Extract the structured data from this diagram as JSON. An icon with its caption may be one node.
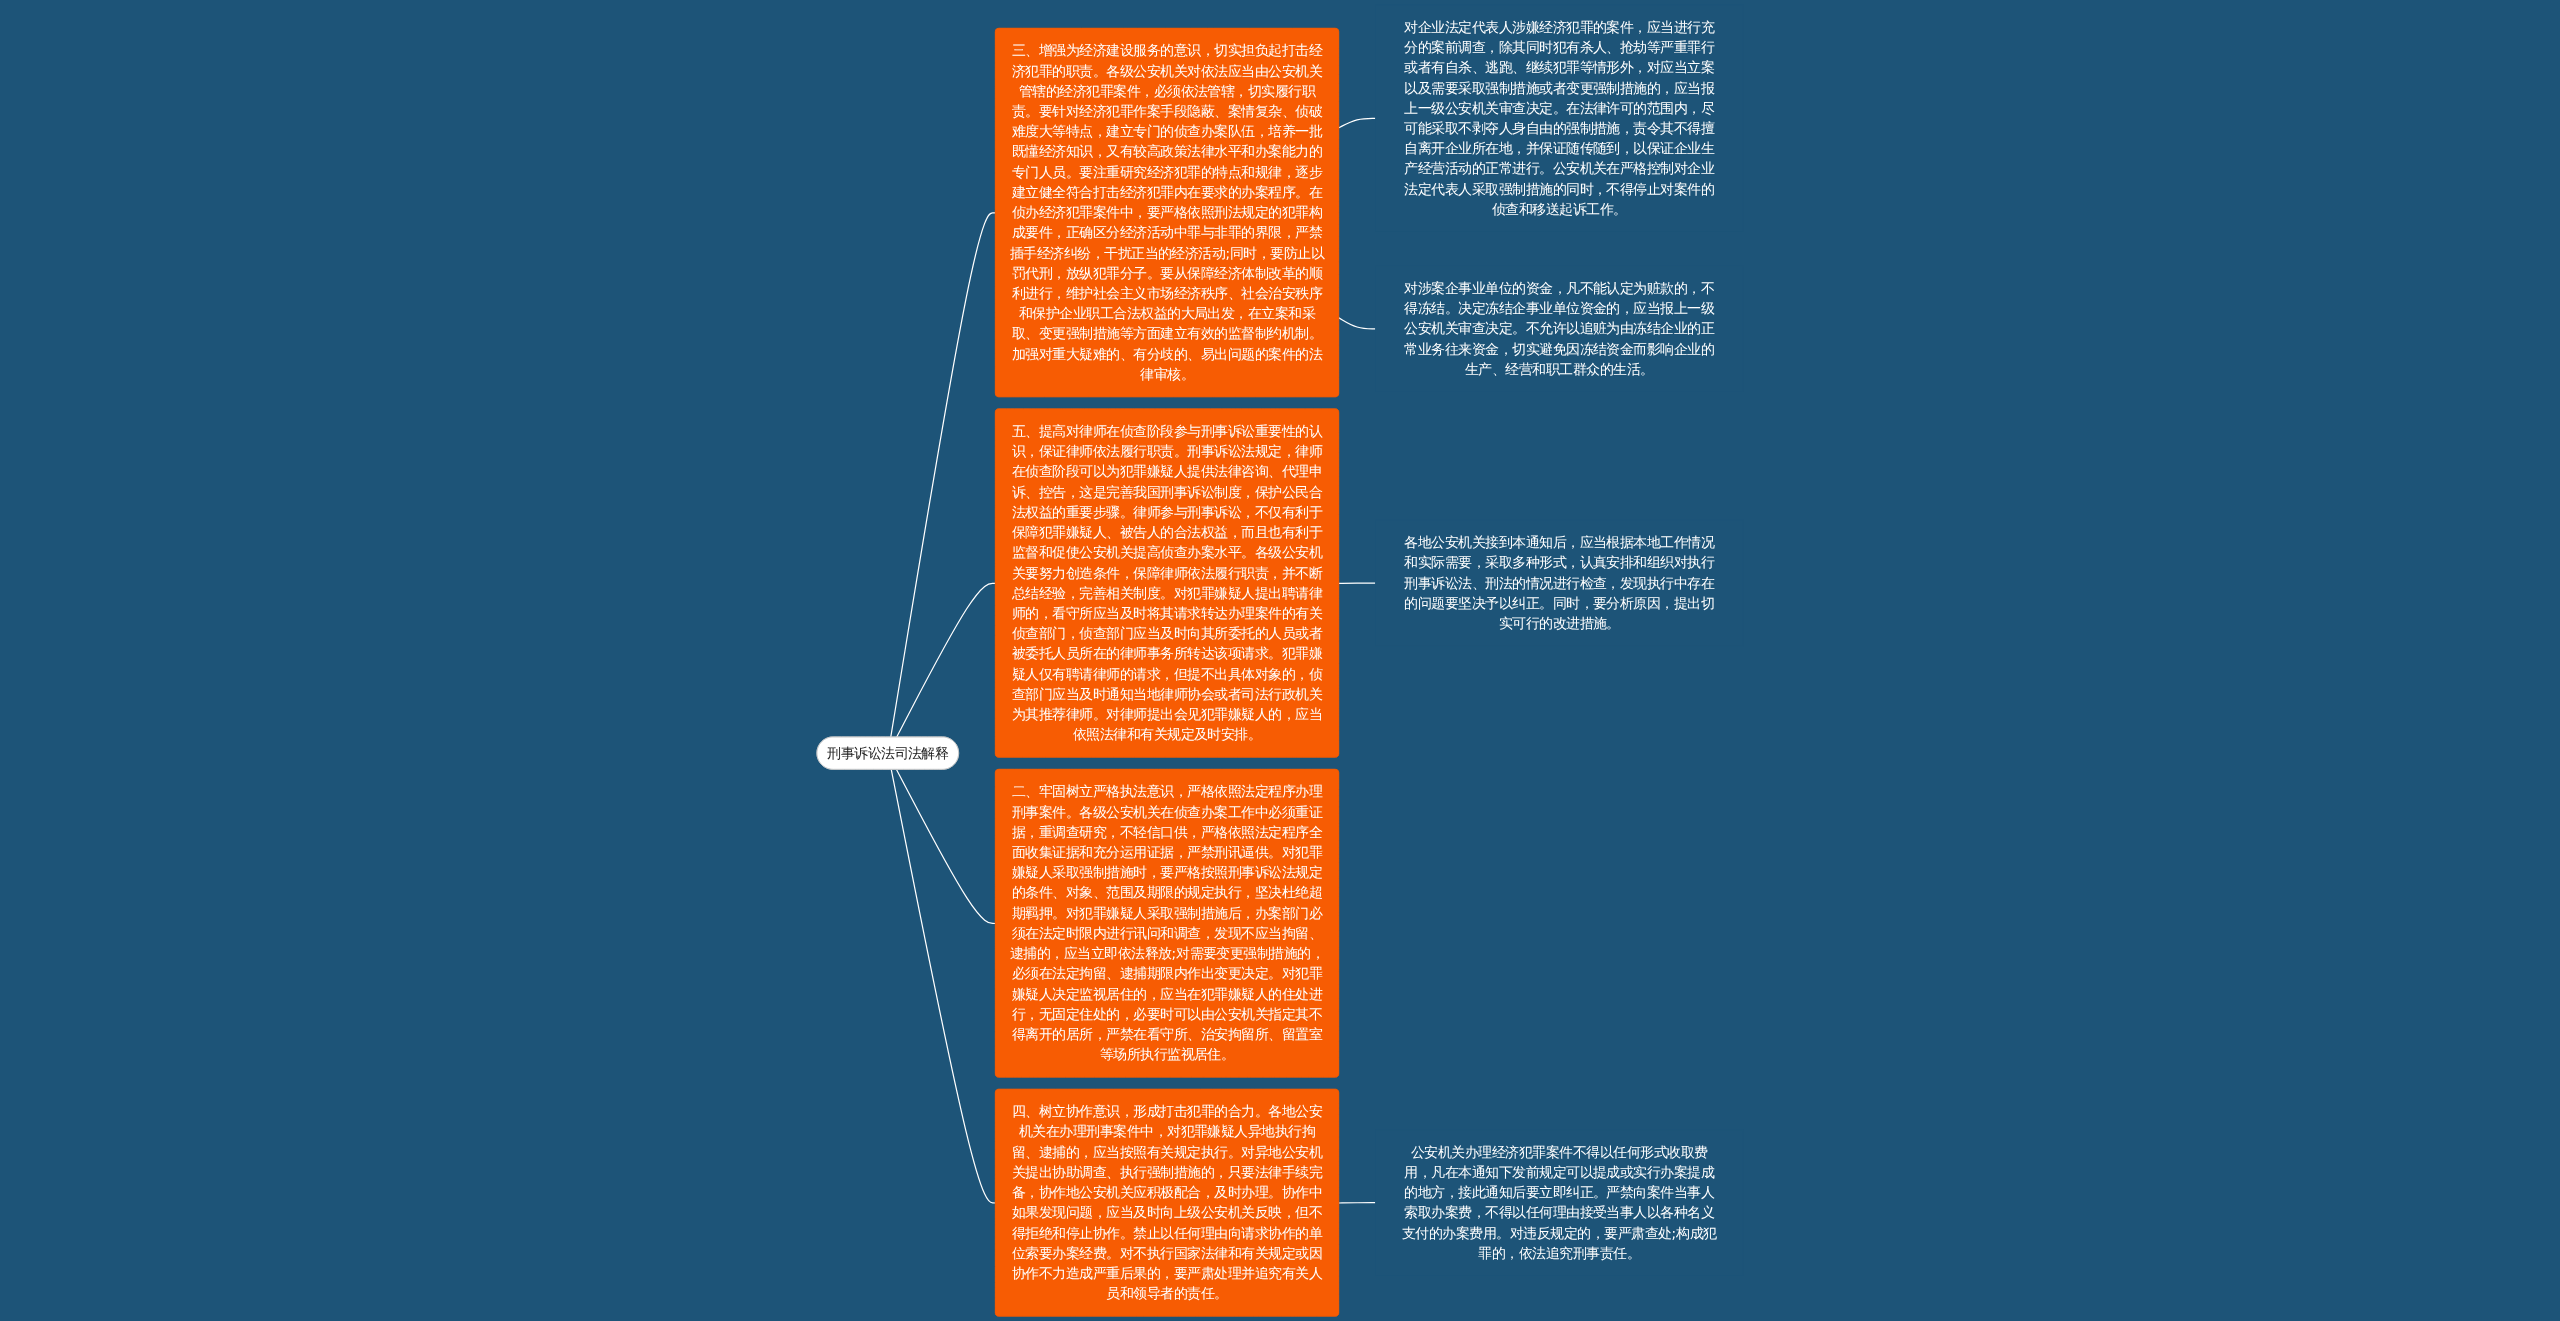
{
  "diagram": {
    "nodes": [
      {
        "text": [
          "刑事诉讼法司法解释"
        ]
      },
      {
        "text": [
          "三、增强为经济建设服务的意识，切实担负起打击经济犯罪的职责。各级公安机关对依法应当由公安机关管辖的经济犯罪案件，必须依法管辖，切实履行职责。要针对经济犯罪作案手段隐蔽、案情复杂、侦破难度大等特点，建立专门的侦查办案队伍，培养一批既懂经济知识，又有较高政策法律水平和办案能力的专门人员。要注重研究经济犯罪的特点和规律，逐步建立健全符合打击经济犯罪内在要求的办案程序。在侦办经济犯罪案件中，要严格依照刑法规定的犯罪构成要件，正确区分经济活动中罪与非罪的界限，严禁插手经济纠纷，干扰正当的经济活动;同时，要防止以罚代刑，放纵犯罪分子。要从保障经济体制改革的顺利进行，维护社会主义市场经济秩序、社会治安秩序和保护企业职工合法权益的大局出发，在立案和采取、变更强制措施等方面建立有效的监督制约机制。加强对重大疑难的、有分歧的、易出问题的案件的法律审核。"
        ]
      },
      {
        "text": [
          "对企业法定代表人涉嫌经济犯罪的案件，应当进行充分的案前调查，除其同时犯有杀人、抢劫等严重罪行或者有自杀、逃跑、继续犯罪等情形外，对应当立案以及需要采取强制措施或者变更强制措施的，应当报上一级公安机关审查决定。在法律许可的范围内，尽可能采取不剥夺人身自由的强制措施，责令其不得擅自离开企业所在地，并保证随传随到，以保证企业生产经营活动的正常进行。公安机关在严格控制对企业法定代表人采取强制措施的同时，不得停止对案件的侦查和移送起诉工作。"
        ]
      },
      {
        "text": [
          "对涉案企事业单位的资金，凡不能认定为赃款的，不得冻结。决定冻结企事业单位资金的，应当报上一级公安机关审查决定。不允许以追赃为由冻结企业的正常业务往来资金，切实避免因冻结资金而影响企业的生产、经营和职工群众的生活。"
        ]
      },
      {
        "text": [
          "五、提高对律师在侦查阶段参与刑事诉讼重要性的认识，保证律师依法履行职责。刑事诉讼法规定，律师在侦查阶段可以为犯罪嫌疑人提供法律咨询、代理申诉、控告，这是完善我国刑事诉讼制度，保护公民合法权益的重要步骤。律师参与刑事诉讼，不仅有利于保障犯罪嫌疑人、被告人的合法权益，而且也有利于监督和促使公安机关提高侦查办案水平。各级公安机关要努力创造条件，保障律师依法履行职责，并不断总结经验，完善相关制度。对犯罪嫌疑人提出聘请律师的，看守所应当及时将其请求转达办理案件的有关侦查部门，侦查部门应当及时向其所委托的人员或者被委托人员所在的律师事务所转达该项请求。犯罪嫌疑人仅有聘请律师的请求，但提不出具体对象的，侦查部门应当及时通知当地律师协会或者司法行政机关为其推荐律师。对律师提出会见犯罪嫌疑人的，应当依照法律和有关规定及时安排。"
        ]
      },
      {
        "text": [
          "各地公安机关接到本通知后，应当根据本地工作情况和实际需要，采取多种形式，认真安排和组织对执行刑事诉讼法、刑法的情况进行检查，发现执行中存在的问题要坚决予以纠正。同时，要分析原因，提出切实可行的改进措施。"
        ]
      },
      {
        "text": [
          "二、牢固树立严格执法意识，严格依照法定程序办理刑事案件。各级公安机关在侦查办案工作中必须重证据，重调查研究，不轻信口供，严格依照法定程序全面收集证据和充分运用证据，严禁刑讯逼供。对犯罪嫌疑人采取强制措施时，要严格按照刑事诉讼法规定的条件、对象、范围及期限的规定执行，坚决杜绝超期羁押。对犯罪嫌疑人采取强制措施后，办案部门必须在法定时限内进行讯问和调查，发现不应当拘留、逮捕的，应当立即依法释放;对需要变更强制措施的，必须在法定拘留、逮捕期限内作出变更决定。对犯罪嫌疑人决定监视居住的，应当在犯罪嫌疑人的住处进行，无固定住处的，必要时可以由公安机关指定其不得离开的居所，严禁在看守所、治安拘留所、留置室等场所执行监视居住。"
        ]
      },
      {
        "text": [
          "四、树立协作意识，形成打击犯罪的合力。各地公安机关在办理刑事案件中，对犯罪嫌疑人异地执行拘留、逮捕的，应当按照有关规定执行。对异地公安机关提出协助调查、执行强制措施的，只要法律手续完备，协作地公安机关应积极配合，及时办理。协作中如果发现问题，应当及时向上级公安机关反映，但不得拒绝和停止协作。禁止以任何理由向请求协作的单位索要办案经费。对不执行国家法律和有关规定或因协作不力造成严重后果的，要严肃处理并追究有关人员和领导者的责任。"
        ]
      },
      {
        "text": [
          "公安机关办理经济犯罪案件不得以任何形式收取费用，凡在本通知下发前规定可以提成或实行办案提成的地方，接此通知后要立即纠正。严禁向案件当事人索取办案费，不得以任何理由接受当事人以各种名义支付的办案费用。对违反规定的，要严肃查处;构成犯罪的，依法追究刑事责任。"
        ]
      }
    ],
    "edges": [
      {
        "from": 0,
        "to": 1,
        "arrow": "none"
      },
      {
        "from": 1,
        "to": 2,
        "arrow": "none"
      },
      {
        "from": 1,
        "to": 3,
        "arrow": "none"
      },
      {
        "from": 0,
        "to": 4,
        "arrow": "none"
      },
      {
        "from": 4,
        "to": 5,
        "arrow": "none"
      },
      {
        "from": 0,
        "to": 6,
        "arrow": "none"
      },
      {
        "from": 0,
        "to": 7,
        "arrow": "none"
      },
      {
        "from": 7,
        "to": 8,
        "arrow": "none"
      }
    ]
  }
}
